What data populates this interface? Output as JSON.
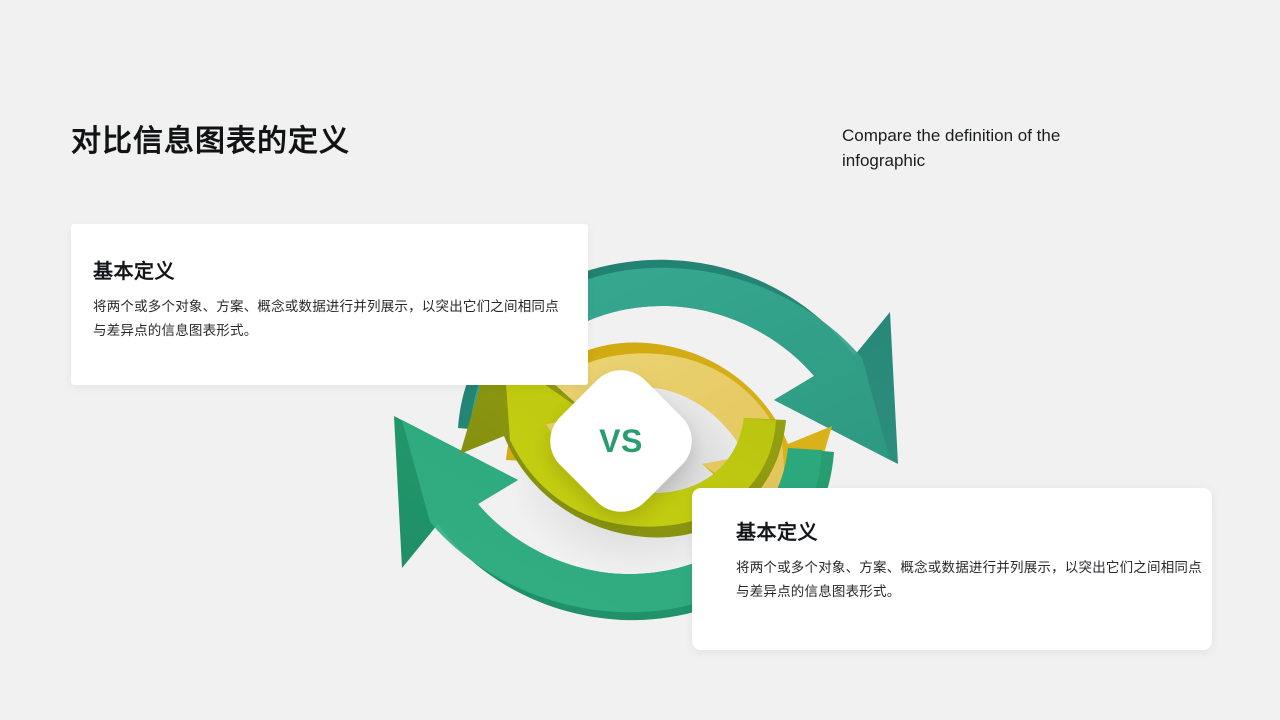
{
  "slide": {
    "background_color": "#f1f1f1",
    "header": {
      "title_zh": "对比信息图表的定义",
      "title_en": "Compare the definition of the infographic"
    },
    "cards": [
      {
        "heading": "基本定义",
        "body": "将两个或多个对象、方案、概念或数据进行并列展示，以突出它们之间相同点与差异点的信息图表形式。"
      },
      {
        "heading": "基本定义",
        "body": "将两个或多个对象、方案、概念或数据进行并列展示，以突出它们之间相同点与差异点的信息图表形式。"
      }
    ],
    "center_badge": {
      "label": "VS",
      "label_color": "#2a9d6f",
      "shape": "rotated-rounded-square"
    },
    "diagram": {
      "type": "two-interlocking-cyclic-arrows",
      "arrows": [
        {
          "name": "arrow-top-teal",
          "color_dark": "#238374",
          "color_light": "#38ab93",
          "direction": "clockwise-to-lower-right"
        },
        {
          "name": "arrow-right-gold",
          "color_dark": "#d5ad15",
          "color_light": "#ecd469",
          "direction": "clockwise-down"
        },
        {
          "name": "arrow-bottom-green",
          "color_dark": "#1f8f68",
          "color_light": "#34b184",
          "direction": "counterclockwise-to-upper-left"
        },
        {
          "name": "arrow-left-olive",
          "color_dark": "#8a9412",
          "color_light": "#cad411",
          "direction": "counterclockwise-up"
        }
      ]
    }
  }
}
